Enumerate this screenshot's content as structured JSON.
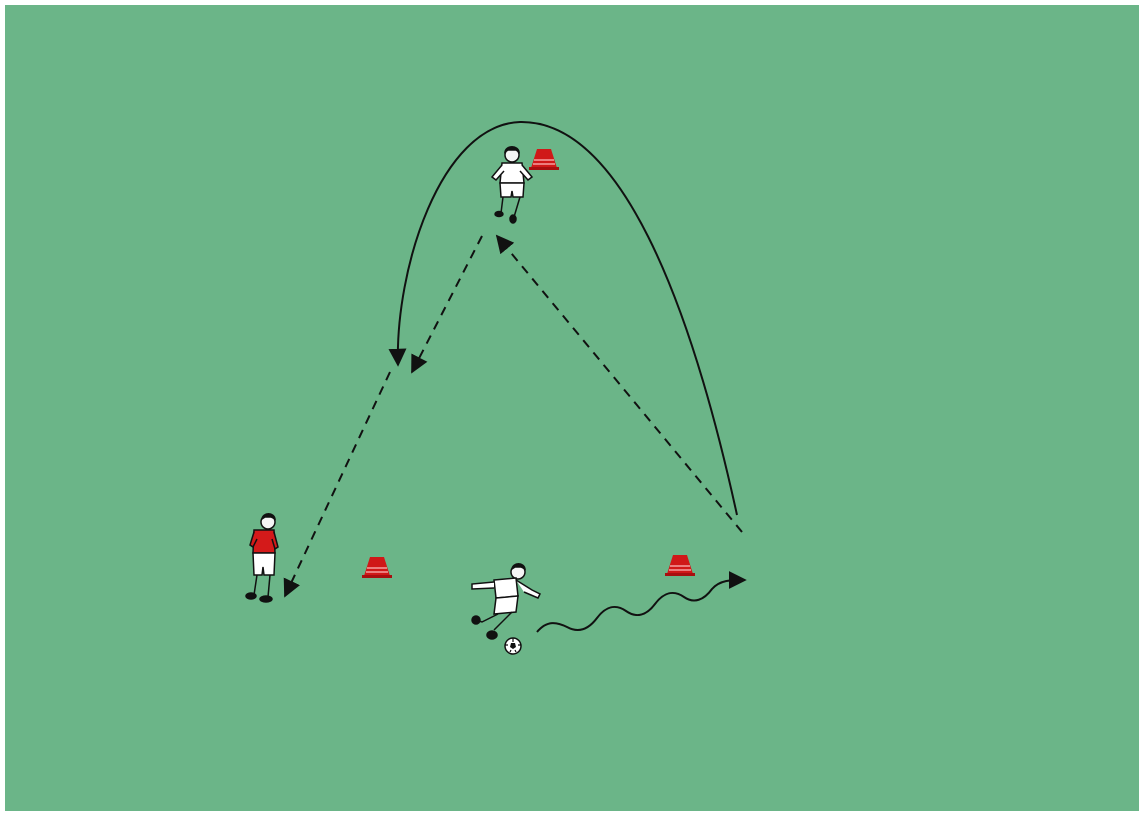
{
  "pitch": {
    "color": "#6bb588"
  },
  "colors": {
    "cone": "#d01818",
    "cone_stripe": "#f4a0a0",
    "red_shirt": "#d41a1a",
    "white_kit": "#ffffff",
    "ink": "#111111"
  },
  "cones": [
    "cone-top",
    "cone-left",
    "cone-right"
  ],
  "players": [
    {
      "id": "player-top",
      "kit": "white"
    },
    {
      "id": "player-left",
      "kit": "red"
    },
    {
      "id": "player-dribbler",
      "kit": "white"
    }
  ],
  "ball": {
    "icon": "soccer-ball-icon"
  },
  "movements": [
    {
      "id": "pass-up",
      "kind": "dashed-pass"
    },
    {
      "id": "pass-down-left",
      "kind": "dashed-pass"
    },
    {
      "id": "lofted-ball",
      "kind": "solid-curve"
    },
    {
      "id": "dribble-run",
      "kind": "wavy-dribble"
    }
  ]
}
